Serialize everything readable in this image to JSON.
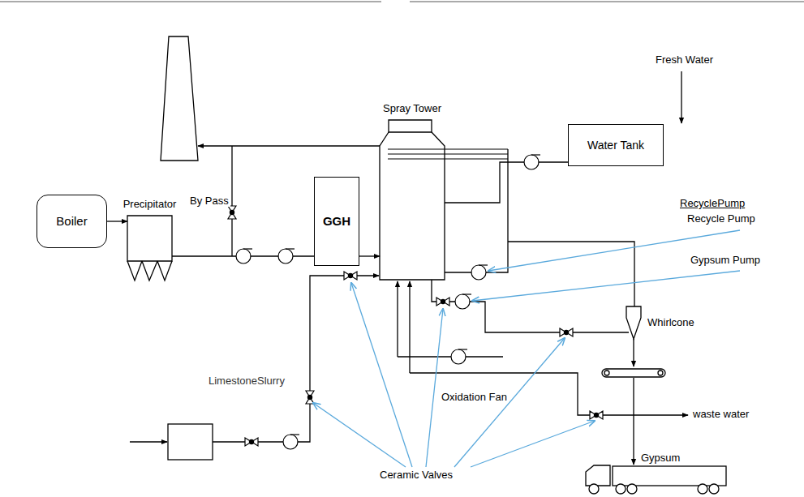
{
  "diagram": {
    "nodes": [
      {
        "text": [
          "Boiler"
        ]
      },
      {
        "text": [
          "Precipitator"
        ]
      },
      {
        "text": [
          "GGH"
        ]
      },
      {
        "text": [
          "Spray Tower"
        ]
      },
      {
        "text": [
          "Water Tank"
        ]
      }
    ],
    "edges": [
      {
        "from": 0,
        "to": 1,
        "arrow": "to"
      },
      {
        "from": 1,
        "to": 2,
        "arrow": "none"
      },
      {
        "from": 2,
        "to": 3,
        "arrow": "to"
      },
      {
        "from": 4,
        "to": 3,
        "arrow": "none"
      }
    ],
    "labels": [
      "By Pass",
      "Fresh Water",
      "RecyclePump",
      "Recycle Pump",
      "Gypsum Pump",
      "Whirlcone",
      "Oxidation Fan",
      "LimestoneSlurry",
      "waste water",
      "Gypsum",
      "Ceramic Valves"
    ]
  }
}
